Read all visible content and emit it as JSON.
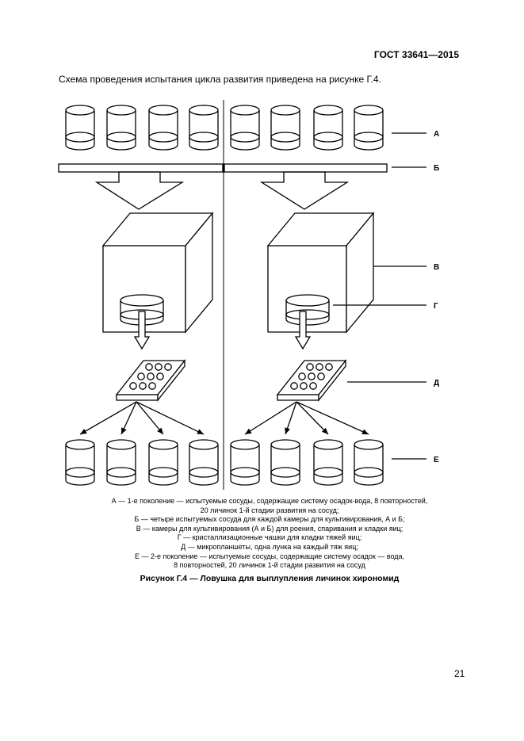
{
  "header": {
    "standard_number": "ГОСТ 33641—2015"
  },
  "intro_text": "Схема проведения испытания цикла развития приведена на рисунке Г.4.",
  "figure": {
    "labels": {
      "A": "А",
      "B": "Б",
      "V": "В",
      "G": "Г",
      "D": "Д",
      "E": "Е"
    }
  },
  "legend": {
    "lines": [
      "А — 1-е поколение — испытуемые сосуды, содержащие систему осадок-вода, 8 повторностей,",
      "20 личинок 1-й стадии развития на сосуд;",
      "Б — четыре испытуемых сосуда для каждой камеры для культивирования, А и Б;",
      "В — камеры для культивирования (А и Б) для роения, спаривания и кладки яиц;",
      "Г — кристаллизационные чашки для кладки тяжей яиц;",
      "Д — микропланшеты, одна лунка на каждый тяж яиц;",
      "Е — 2-е поколение — испытуемые сосуды, содержащие систему осадок — вода,",
      "8 повторностей, 20 личинок 1-й стадии развития на сосуд"
    ]
  },
  "caption": "Рисунок Г.4 — Ловушка для выплупления личинок хирономид",
  "page_number": "21"
}
